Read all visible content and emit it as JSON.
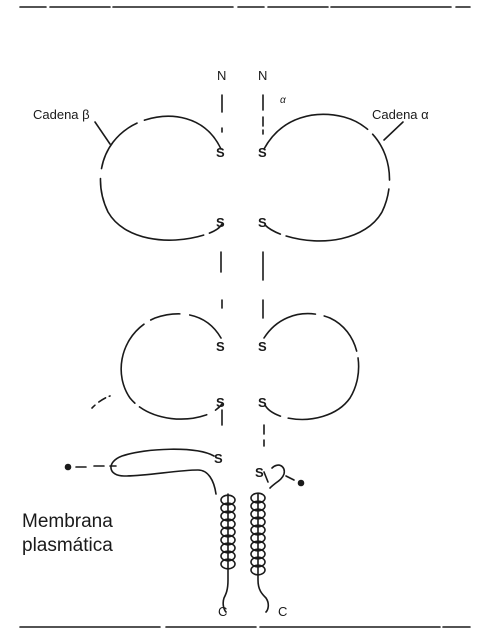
{
  "labels": {
    "chain_left": "Cadena β",
    "chain_right": "Cadena α",
    "n_terminal": "N",
    "c_terminal": "C",
    "disulfide": "S",
    "membrane": "Membrana\nplasmática",
    "alpha_sub": "α"
  },
  "colors": {
    "stroke": "#1a1a1a",
    "background": "#ffffff"
  }
}
